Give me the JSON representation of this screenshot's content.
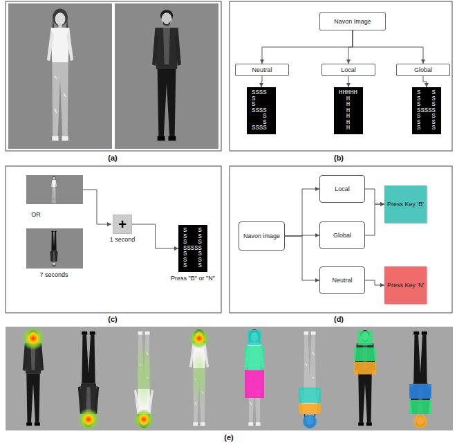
{
  "diagram": {
    "nodes": [
      {
        "text": [
          "Navon Image"
        ]
      },
      {
        "text": [
          "Neutral"
        ]
      },
      {
        "text": [
          "Local"
        ]
      },
      {
        "text": [
          "Global"
        ]
      },
      {
        "text": [
          "SSSS",
          "S",
          "S",
          "SSSS",
          "   S",
          "   S",
          "SSSS"
        ]
      },
      {
        "text": [
          "HHHHH",
          "  H",
          "  H",
          "  H",
          "  H",
          "  H",
          "  H"
        ]
      },
      {
        "text": [
          "S   S",
          "S   S",
          "S   S",
          "SSSSS",
          "S   S",
          "S   S",
          "S   S"
        ]
      },
      {
        "text": [
          "+",
          "1 second"
        ]
      },
      {
        "text": [
          "S   S",
          "S   S",
          "S   S",
          "SSSSS",
          "S   S",
          "S   S",
          "S   S"
        ]
      },
      {
        "text": [
          "Navon image"
        ]
      },
      {
        "text": [
          "Local"
        ]
      },
      {
        "text": [
          "Global"
        ]
      },
      {
        "text": [
          "Neutral"
        ]
      },
      {
        "text": [
          "Press Key 'B'"
        ]
      },
      {
        "text": [
          "Press Key 'N'"
        ]
      }
    ],
    "edges": [
      {
        "from": 0,
        "to": 1,
        "arrow": "to"
      },
      {
        "from": 0,
        "to": 2,
        "arrow": "to"
      },
      {
        "from": 0,
        "to": 3,
        "arrow": "to"
      },
      {
        "from": 1,
        "to": 4,
        "arrow": "to"
      },
      {
        "from": 2,
        "to": 5,
        "arrow": "to"
      },
      {
        "from": 3,
        "to": 6,
        "arrow": "to"
      },
      {
        "from": 7,
        "to": 8,
        "arrow": "to"
      },
      {
        "from": 9,
        "to": 10,
        "arrow": "to"
      },
      {
        "from": 9,
        "to": 11,
        "arrow": "to"
      },
      {
        "from": 9,
        "to": 12,
        "arrow": "to"
      },
      {
        "from": 10,
        "to": 13,
        "arrow": "to"
      },
      {
        "from": 11,
        "to": 13,
        "arrow": "to"
      },
      {
        "from": 12,
        "to": 14,
        "arrow": "to"
      }
    ],
    "labels": [
      "(a)",
      "(b)",
      "(c)",
      "(d)",
      "(e)",
      "OR",
      "7 seconds",
      "Press \"B\" or \"N\""
    ]
  }
}
